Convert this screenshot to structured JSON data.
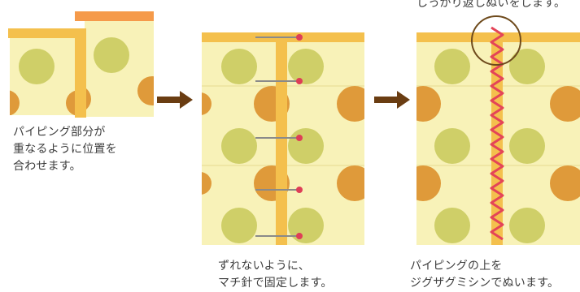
{
  "colors": {
    "fabric": "#f8f2b8",
    "fabric_line": "#efe6a4",
    "dot_green": "#cfcf68",
    "dot_orange": "#df9a3a",
    "piping": "#f4c04d",
    "piping_top": "#f59a4a",
    "pin_pink": "#de3e57",
    "pin_gray": "#8a8a8a",
    "stitch": "#e44458",
    "circle_brown": "#6e4a1c",
    "arrow_brown": "#6a3d12"
  },
  "panels": {
    "step1": {
      "caption": "パイピング部分が\n重なるように位置を\n合わせます。"
    },
    "step2": {
      "caption": "ずれないように、\nマチ針で固定します。"
    },
    "step3": {
      "note": "しっかり返しぬいをします。",
      "caption": "パイピングの上を\nジグザグミシンでぬいます。"
    }
  },
  "icons": [
    "arrow-right-icon",
    "arrow-right-icon"
  ]
}
